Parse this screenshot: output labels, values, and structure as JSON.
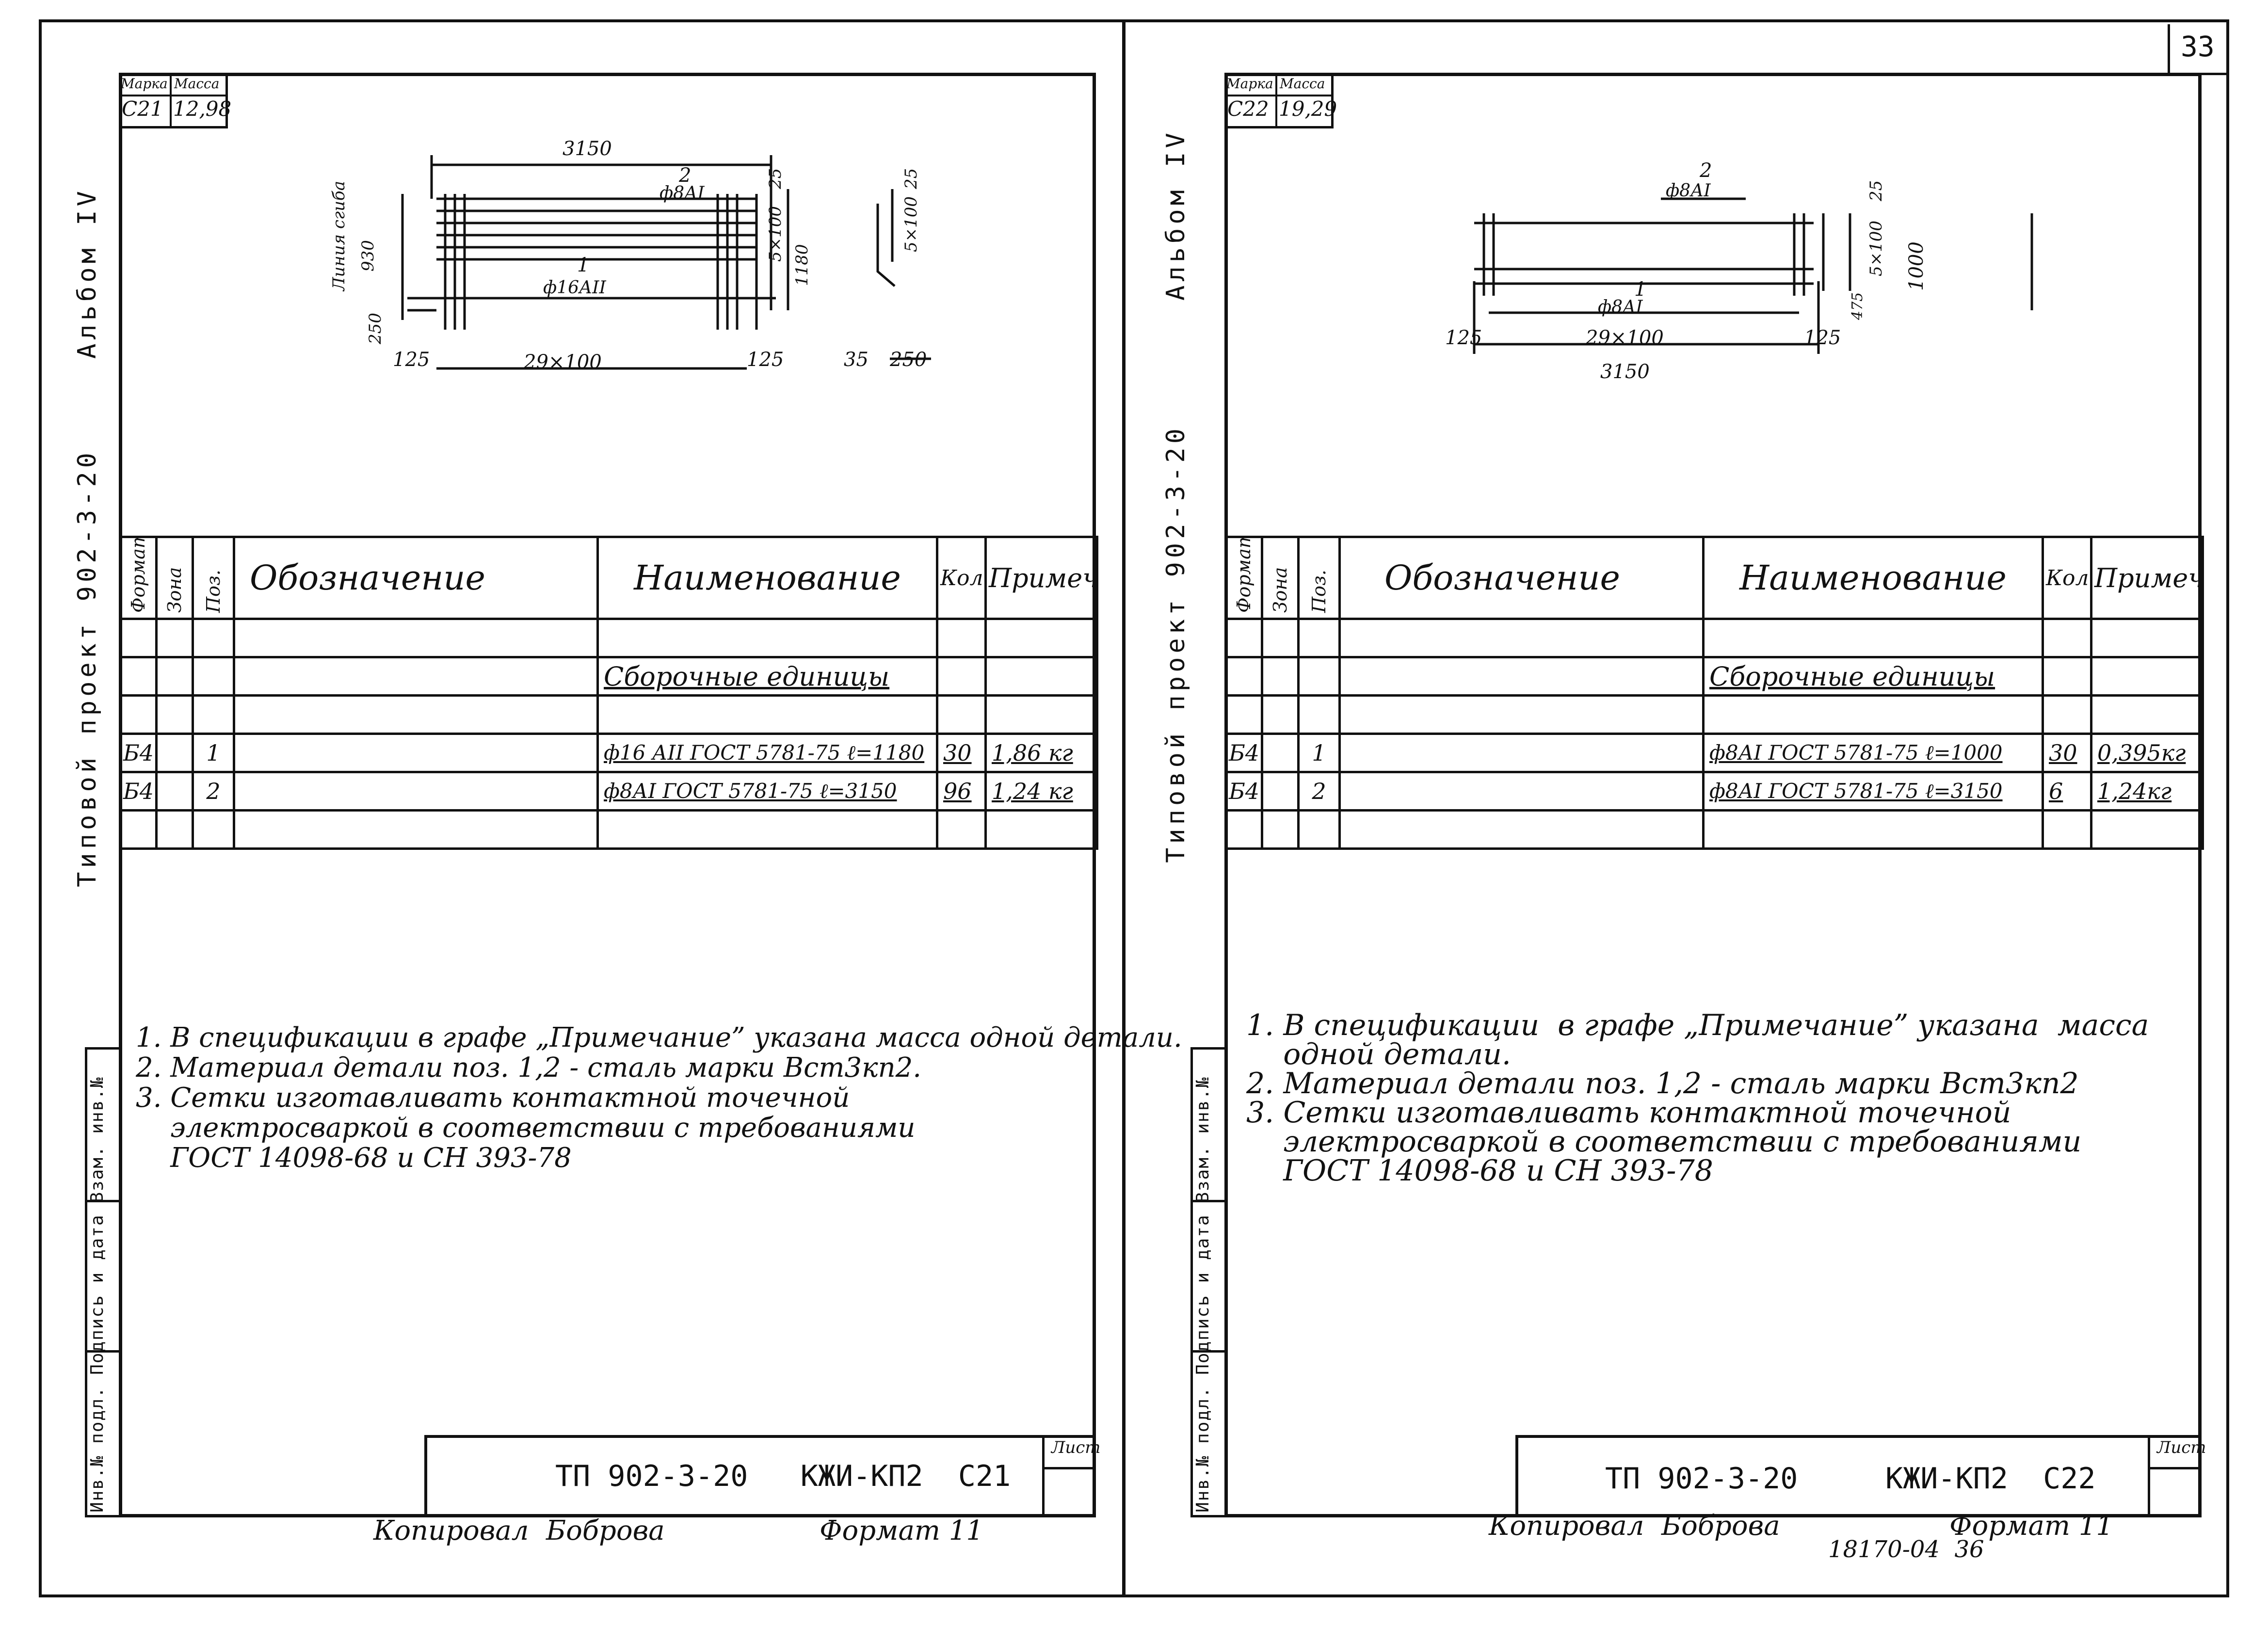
{
  "page_number": "33",
  "sheets": [
    {
      "mark_header": "Марка",
      "mass_header": "Масса",
      "mark": "С21",
      "mass": "12,98",
      "side_left": "Типовой проект 902-3-20",
      "side_right": "Альбом IV",
      "stamp_labels": "Инв.№ подл. Подпись и дата Взам. инв.№",
      "drawing": {
        "dim_top": "3150",
        "pos2_label": "2",
        "pos2_bar": "ф8АI",
        "pos1_label": "1",
        "pos1_bar": "ф16АII",
        "bend_line": "Линия сгиба",
        "bend_val": "930",
        "dim_25": "25",
        "dim_5x100": "5×100",
        "dim_1180": "1180",
        "dim_250": "250",
        "dim_125a": "125",
        "dim_29x100": "29×100",
        "dim_125b": "125",
        "dim_35": "35",
        "dim_250b": "250",
        "dim_5x100b": "5×100",
        "dim_25b": "25"
      },
      "table": {
        "headers": [
          "Формат",
          "Зона",
          "Поз.",
          "Обозначение",
          "Наименование",
          "Кол.",
          "Примеч."
        ],
        "section": "Сборочные единицы",
        "rows": [
          {
            "format": "Б4",
            "pos": "1",
            "name": "ф16 АII ГОСТ 5781-75 ℓ=1180",
            "qty": "30",
            "note": "1,86 кг"
          },
          {
            "format": "Б4",
            "pos": "2",
            "name": "ф8АI ГОСТ 5781-75 ℓ=3150",
            "qty": "96",
            "note": "1,24 кг"
          }
        ]
      },
      "notes": [
        "1. В спецификации в графе „Примечание” указана масса одной детали.",
        "2. Материал детали поз. 1,2 - сталь марки Вст3кп2.",
        "3. Сетки изготавливать контактной точечной",
        "    электросваркой в соответствии с требованиями",
        "    ГОСТ 14098-68 и СН 393-78"
      ],
      "title": "ТП 902-3-20   КЖИ-КП2  С21",
      "list_label": "Лист",
      "copied": "Копировал  Боброва",
      "format": "Формат 11"
    },
    {
      "mark_header": "Марка",
      "mass_header": "Масса",
      "mark": "С22",
      "mass": "19,29",
      "side_left": "Типовой проект 902-3-20",
      "side_right": "Альбом IV",
      "stamp_labels": "Инв.№ подл. Подпись и дата Взам. инв.№",
      "drawing": {
        "pos2_label": "2",
        "pos2_bar": "ф8АI",
        "dim_25": "25",
        "dim_5x100": "5×100",
        "dim_1000": "1000",
        "dim_475": "475",
        "pos1_label": "1",
        "pos1_bar": "ф8АI",
        "dim_125a": "125",
        "dim_29x100": "29×100",
        "dim_125b": "125",
        "dim_3150": "3150"
      },
      "table": {
        "headers": [
          "Формат",
          "Зона",
          "Поз.",
          "Обозначение",
          "Наименование",
          "Кол.",
          "Примеч."
        ],
        "section": "Сборочные единицы",
        "rows": [
          {
            "format": "Б4",
            "pos": "1",
            "name": "ф8АI ГОСТ 5781-75 ℓ=1000",
            "qty": "30",
            "note": "0,395кг"
          },
          {
            "format": "Б4",
            "pos": "2",
            "name": "ф8АI ГОСТ 5781-75 ℓ=3150",
            "qty": "6",
            "note": "1,24кг"
          }
        ]
      },
      "notes": [
        "1. В спецификации  в графе „Примечание” указана  масса",
        "    одной детали.",
        "2. Материал детали поз. 1,2 - сталь марки Вст3кп2",
        "3. Сетки изготавливать контактной точечной",
        "    электросваркой в соответствии с требованиями",
        "    ГОСТ 14098-68 и СН 393-78"
      ],
      "title": "ТП 902-3-20     КЖИ-КП2  С22",
      "list_label": "Лист",
      "copied": "Копировал  Боброва",
      "format": "Формат 11",
      "archive": "18170-04  36"
    }
  ]
}
